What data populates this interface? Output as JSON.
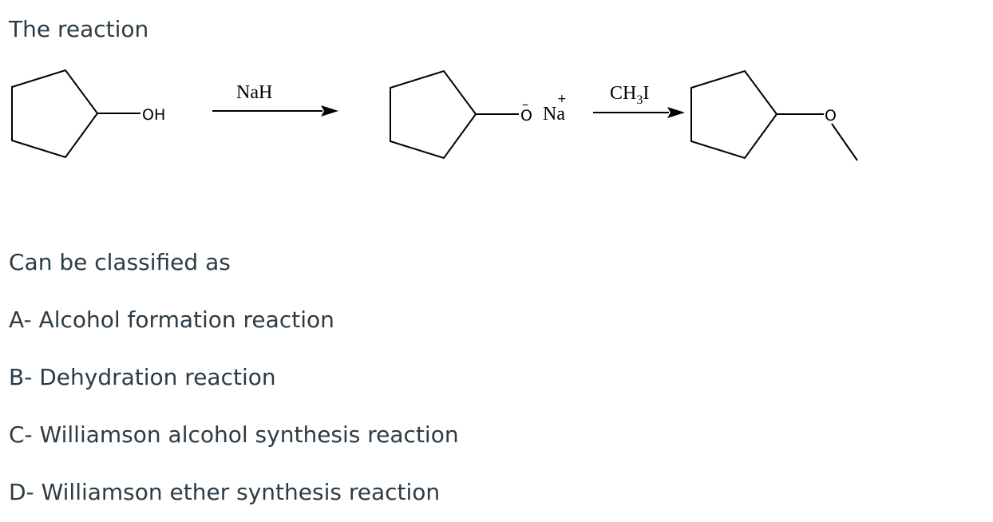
{
  "intro_text": "The reaction",
  "scheme": {
    "reactant_label": "OH",
    "reagent_1": "NaH",
    "intermediate_oxygen": "O",
    "intermediate_charge_minus": "–",
    "intermediate_cation": "Na",
    "intermediate_charge_plus": "+",
    "reagent_2_main": "CH",
    "reagent_2_sub": "3",
    "reagent_2_tail": "I",
    "product_oxygen": "O"
  },
  "question_text": "Can be classified as",
  "options": [
    {
      "text": "A- Alcohol formation reaction"
    },
    {
      "text": "B- Dehydration reaction"
    },
    {
      "text": "C- Williamson alcohol synthesis reaction"
    },
    {
      "text": "D- Williamson ether synthesis reaction"
    }
  ]
}
